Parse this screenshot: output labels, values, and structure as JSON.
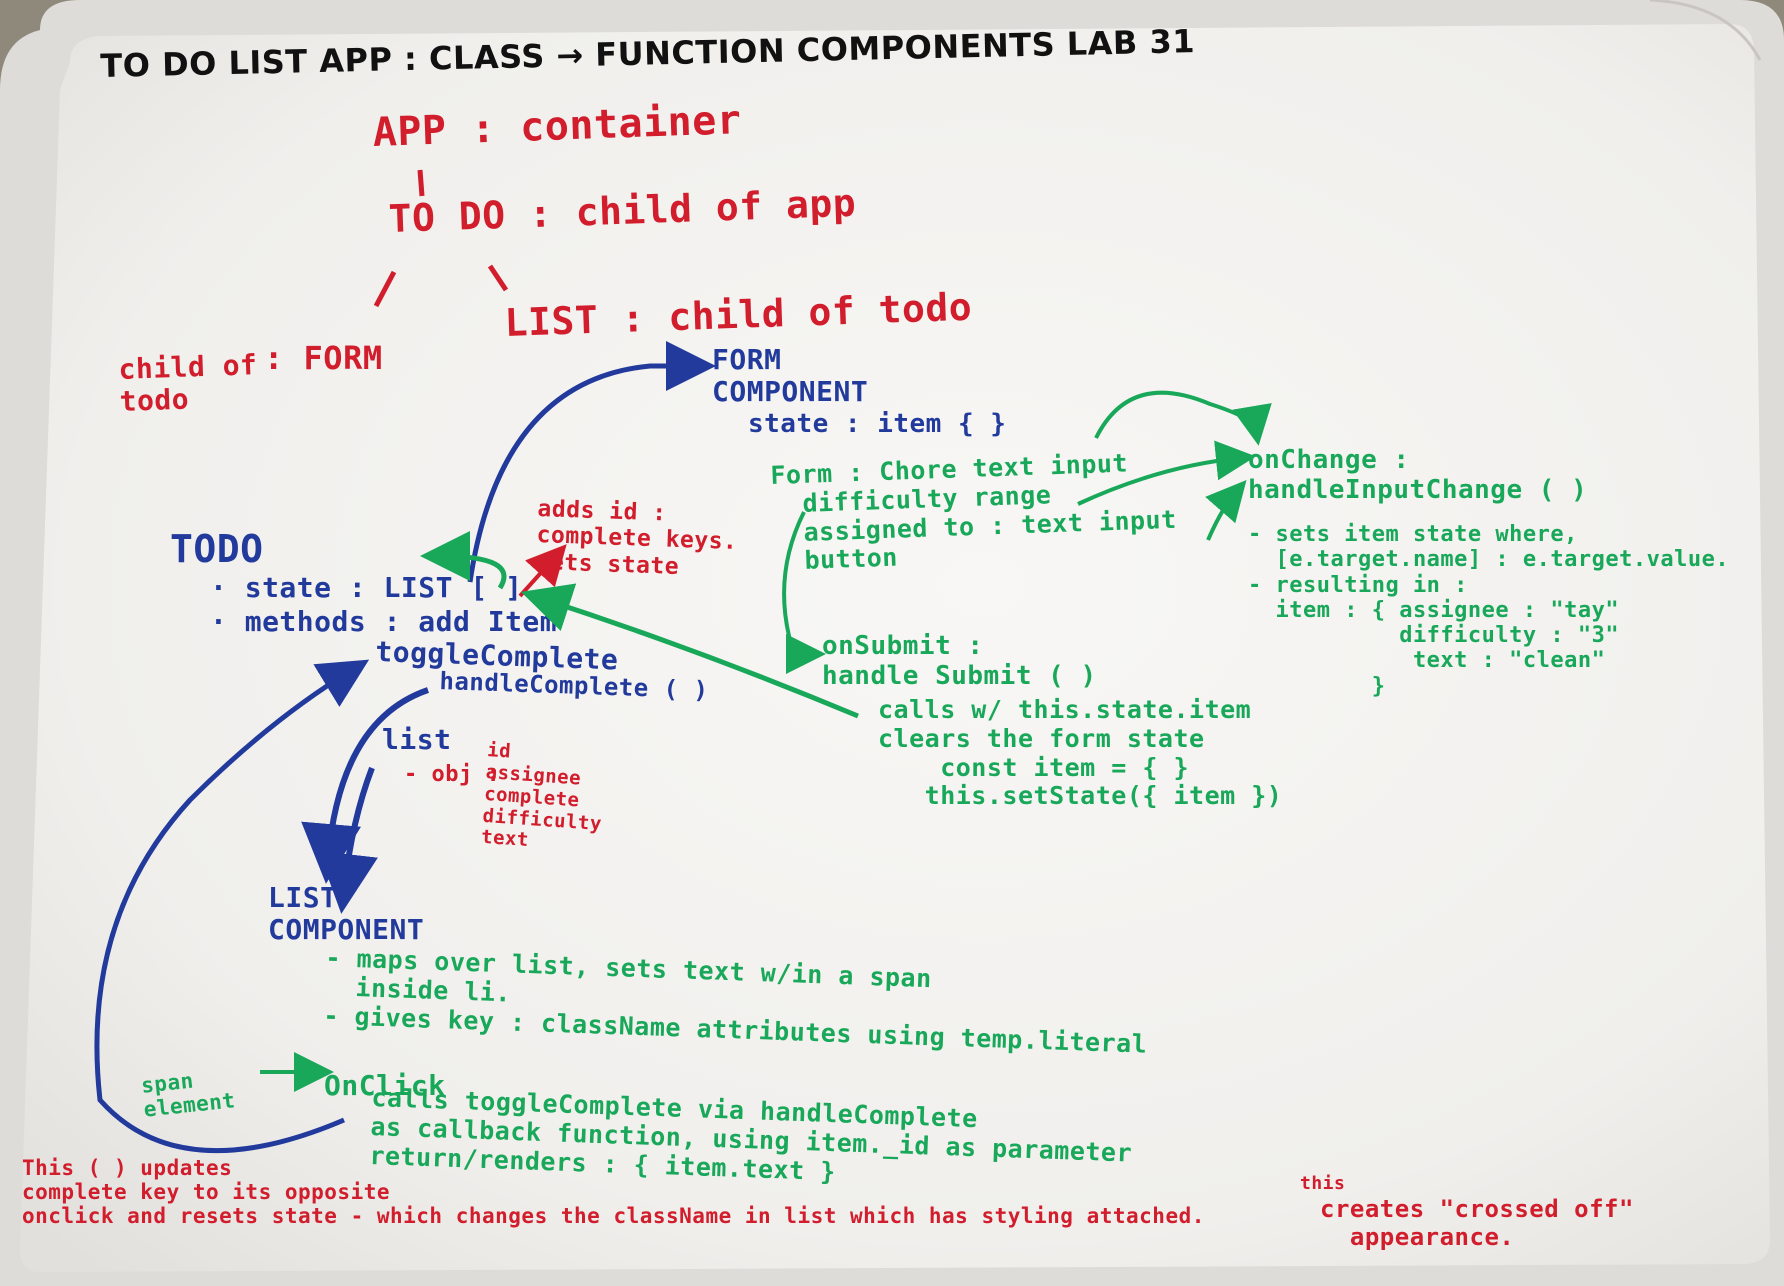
{
  "board": {
    "title": "TO DO LIST APP : CLASS → FUNCTION COMPONENTS LAB 31"
  },
  "hierarchy": {
    "app": "APP : container",
    "todo": "TO DO : child of app",
    "list": "LIST : child of todo",
    "form": ": FORM",
    "form_note": "child of\ntodo"
  },
  "todo_block": {
    "heading": "TODO",
    "state": "· state : LIST [ ]",
    "methods": "· methods : add Item",
    "toggle": "toggleComplete",
    "handle": "handleComplete ( )",
    "list_label": "list",
    "obj_label": "- obj :",
    "obj_fields": "id\nassignee\ncomplete\ndifficulty\ntext",
    "adds_id": "adds id :\ncomplete keys.\nsets state"
  },
  "form_block": {
    "heading": "FORM\nCOMPONENT",
    "state": "state : item { }",
    "fields": "Form : Chore text input\n  difficulty range\n  assigned to : text input\n  button",
    "on_submit": "onSubmit :\nhandle Submit ( )",
    "calls": "calls w/ this.state.item\nclears the form state\n    const item = { }\n   this.setState({ item })",
    "on_change": "onChange :\nhandleInputChange ( )",
    "change_notes": "- sets item state where,\n  [e.target.name] : e.target.value.\n- resulting in :\n  item : { assignee : \"tay\"\n           difficulty : \"3\"\n            text : \"clean\"\n         }"
  },
  "list_block": {
    "heading": "LIST\nCOMPONENT",
    "notes": "- maps over list, sets text w/in a span\n  inside li.\n- gives key : className attributes using temp.literal",
    "span_element": "span\nelement",
    "on_click": "OnClick",
    "on_click_notes": "calls toggleComplete via handleComplete\nas callback function, using item._id as parameter\nreturn/renders : { item.text }"
  },
  "footer": {
    "note_left": "This ( ) updates\ncomplete key to its opposite\nonclick and resets state - which changes the className in list which has styling attached.",
    "this_label": "this",
    "crossed": "creates \"crossed off\"\n  appearance."
  },
  "colors": {
    "board": "#f4f3f1",
    "frame": "#d8d6d2",
    "red_ink": "#d11d2c",
    "blue_ink": "#213a9c",
    "green_ink": "#19a85a",
    "black_ink": "#111111"
  },
  "icons": [
    "arrow-icon"
  ]
}
